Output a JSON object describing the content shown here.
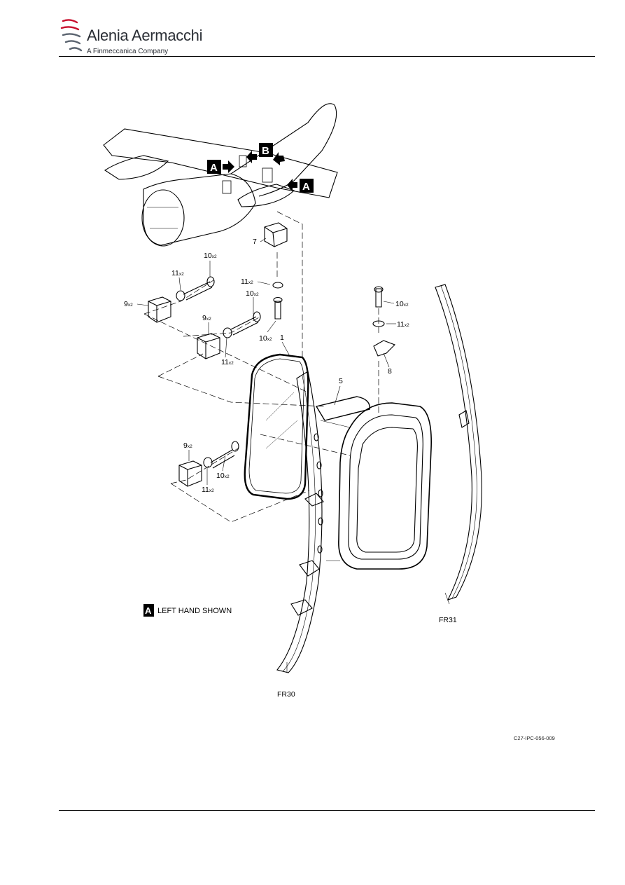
{
  "header": {
    "brand_name": "Alenia Aermacchi",
    "tagline": "A Finmeccanica Company"
  },
  "figure": {
    "callouts": [
      "A",
      "B",
      "A"
    ],
    "note": {
      "marker": "A",
      "text": "LEFT HAND SHOWN"
    },
    "frames": [
      "FR30",
      "FR31"
    ],
    "items": [
      {
        "num": "7",
        "qty": ""
      },
      {
        "num": "10",
        "qty": "x2"
      },
      {
        "num": "11",
        "qty": "x2"
      },
      {
        "num": "9",
        "qty": "x2"
      },
      {
        "num": "11",
        "qty": "x2"
      },
      {
        "num": "10",
        "qty": "x2"
      },
      {
        "num": "10",
        "qty": "x2"
      },
      {
        "num": "9",
        "qty": "x2"
      },
      {
        "num": "11",
        "qty": "x2"
      },
      {
        "num": "1",
        "qty": ""
      },
      {
        "num": "10",
        "qty": "x2"
      },
      {
        "num": "11",
        "qty": "x2"
      },
      {
        "num": "8",
        "qty": ""
      },
      {
        "num": "5",
        "qty": ""
      },
      {
        "num": "9",
        "qty": "x2"
      },
      {
        "num": "10",
        "qty": "x2"
      },
      {
        "num": "11",
        "qty": "x2"
      }
    ],
    "reference": "C27-IPC-056-009"
  }
}
